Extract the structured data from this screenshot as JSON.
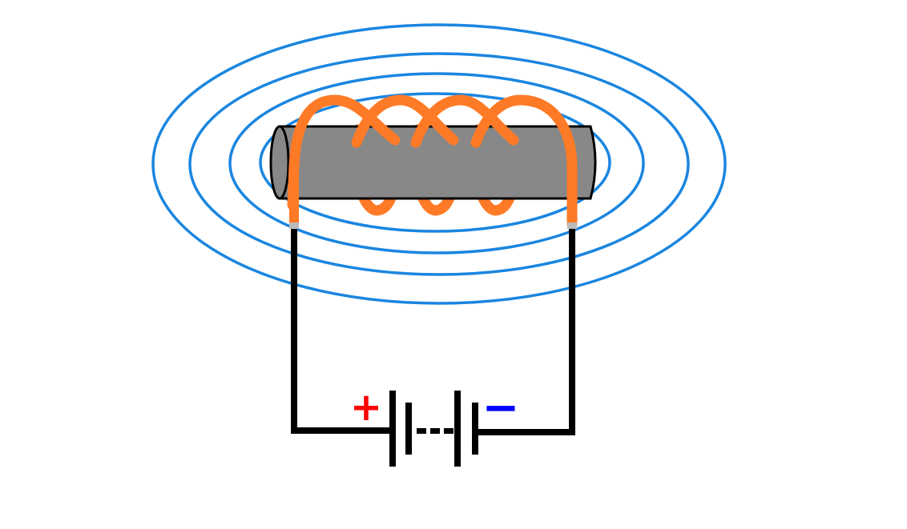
{
  "labels": {
    "positive_terminal": "+",
    "negative_terminal": "−"
  },
  "colors": {
    "background": "#ffffff",
    "field_lines": "#1a86e0",
    "coil_wire": "#ff7a26",
    "core_fill": "#888888",
    "core_outline": "#000000",
    "circuit_wire": "#000000",
    "terminal_ferrule": "#bbbbbb",
    "positive_sign": "#ff0000",
    "negative_sign": "#0000ff"
  },
  "diagram": {
    "field_loop_count": 4,
    "coil_turn_count": 4,
    "battery_cell_count": 2
  }
}
